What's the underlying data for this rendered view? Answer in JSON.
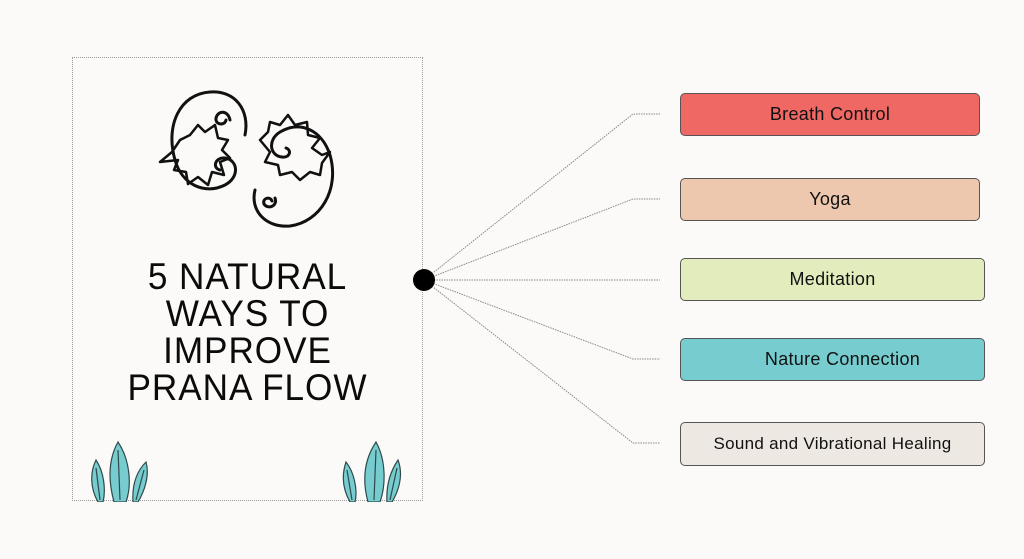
{
  "title_lines": [
    "5 NATURAL",
    "WAYS TO",
    "IMPROVE",
    "PRANA FLOW"
  ],
  "items": [
    {
      "label": "Breath Control",
      "color": "#ef6864"
    },
    {
      "label": "Yoga",
      "color": "#eec8ae"
    },
    {
      "label": "Meditation",
      "color": "#e3ecbd"
    },
    {
      "label": "Nature Connection",
      "color": "#76cccf"
    },
    {
      "label": "Sound and Vibrational Healing",
      "color": "#ede9e2"
    }
  ],
  "accent_leaf": "#76cccf"
}
